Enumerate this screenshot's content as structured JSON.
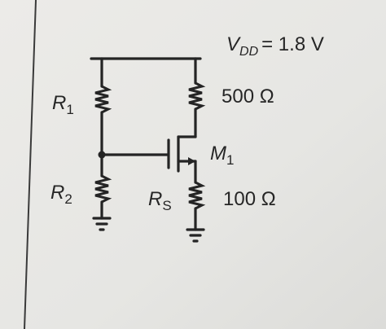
{
  "circuit": {
    "supply": {
      "symbol": "V",
      "subscript": "DD",
      "value": "= 1.8 V"
    },
    "resistors": {
      "r1": {
        "symbol": "R",
        "subscript": "1"
      },
      "r2": {
        "symbol": "R",
        "subscript": "2"
      },
      "rd": {
        "value": "500 Ω"
      },
      "rs": {
        "symbol": "R",
        "subscript": "S",
        "value": "100 Ω"
      }
    },
    "transistor": {
      "symbol": "M",
      "subscript": "1"
    }
  }
}
